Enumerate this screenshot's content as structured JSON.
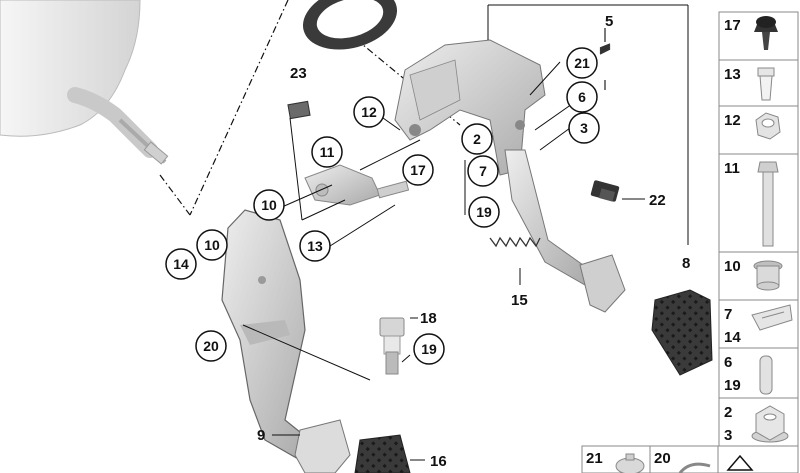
{
  "diagram": {
    "callouts_circled": {
      "c12": "12",
      "c11": "11",
      "c17": "17",
      "c10a": "10",
      "c10b": "10",
      "c14": "14",
      "c13": "13",
      "c2": "2",
      "c7": "7",
      "c19a": "19",
      "c21": "21",
      "c6": "6",
      "c3": "3",
      "c20": "20",
      "c19b": "19"
    },
    "callouts_plain": {
      "p23": "23",
      "p5": "5",
      "p22": "22",
      "p8": "8",
      "p15": "15",
      "p18": "18",
      "p9": "9",
      "p16": "16"
    },
    "sidebar": [
      {
        "id": "s17",
        "label": "17",
        "icon": "push-rivet-icon"
      },
      {
        "id": "s13",
        "label": "13",
        "icon": "expanding-clip-icon"
      },
      {
        "id": "s12",
        "label": "12",
        "icon": "hex-nut-icon"
      },
      {
        "id": "s11",
        "label": "11",
        "icon": "hex-bolt-icon"
      },
      {
        "id": "s10",
        "label": "10",
        "icon": "bushing-icon"
      },
      {
        "id": "s7",
        "label": "7",
        "label2": "14",
        "icon": "spring-clip-icon"
      },
      {
        "id": "s6",
        "label": "6",
        "label2": "19",
        "icon": "pin-icon"
      },
      {
        "id": "s2",
        "label": "2",
        "label2": "3",
        "icon": "flange-nut-icon"
      }
    ],
    "bottom_strip": [
      {
        "id": "b21",
        "label": "21",
        "icon": "dome-cap-icon"
      },
      {
        "id": "b20",
        "label": "20",
        "icon": "clip-icon"
      },
      {
        "id": "b-arrow",
        "label": "",
        "icon": "arrow-marker-icon"
      }
    ],
    "colors": {
      "line": "#111111",
      "part_fill": "#dedede",
      "part_shade": "#b5b5b5",
      "booster_fill": "#ececec",
      "box_border": "#888888"
    }
  }
}
